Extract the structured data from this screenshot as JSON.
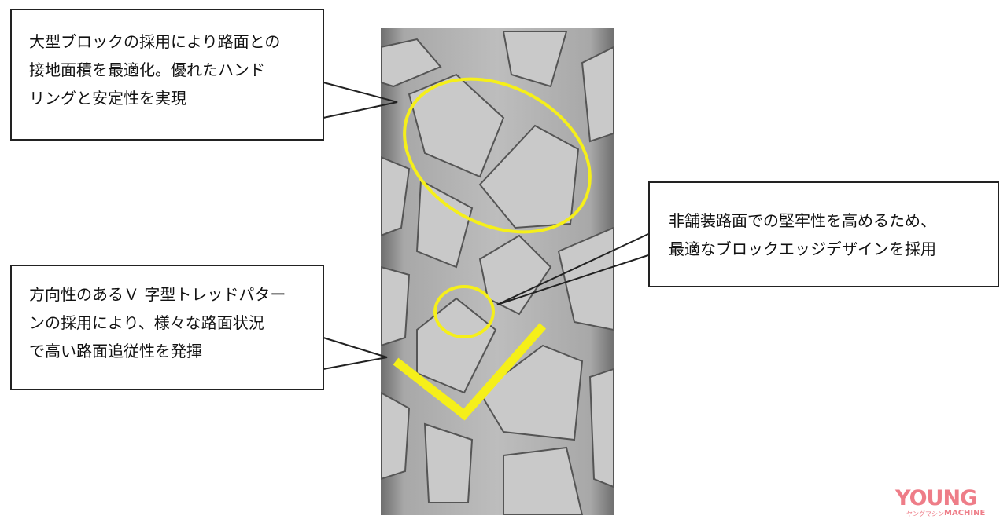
{
  "callouts": [
    {
      "lines": [
        "大型ブロックの採用により路面との",
        "接地面積を最適化。優れたハンド",
        "リングと安定性を実現"
      ]
    },
    {
      "lines": [
        "方向性のあるＶ 字型トレッドパター",
        "ンの採用により、様々な路面状況",
        "で高い路面追従性を発揮"
      ]
    },
    {
      "lines": [
        "非舗装路面での堅牢性を高めるため、",
        "最適なブロックエッジデザインを採用"
      ]
    }
  ],
  "logo": {
    "main": "YOUNG",
    "kana": "ヤングマシン",
    "sub": "MACHINE"
  },
  "colors": {
    "highlight": "#f5ef1a",
    "tire": "#9a9a9a",
    "logo": "#ee7d88"
  }
}
